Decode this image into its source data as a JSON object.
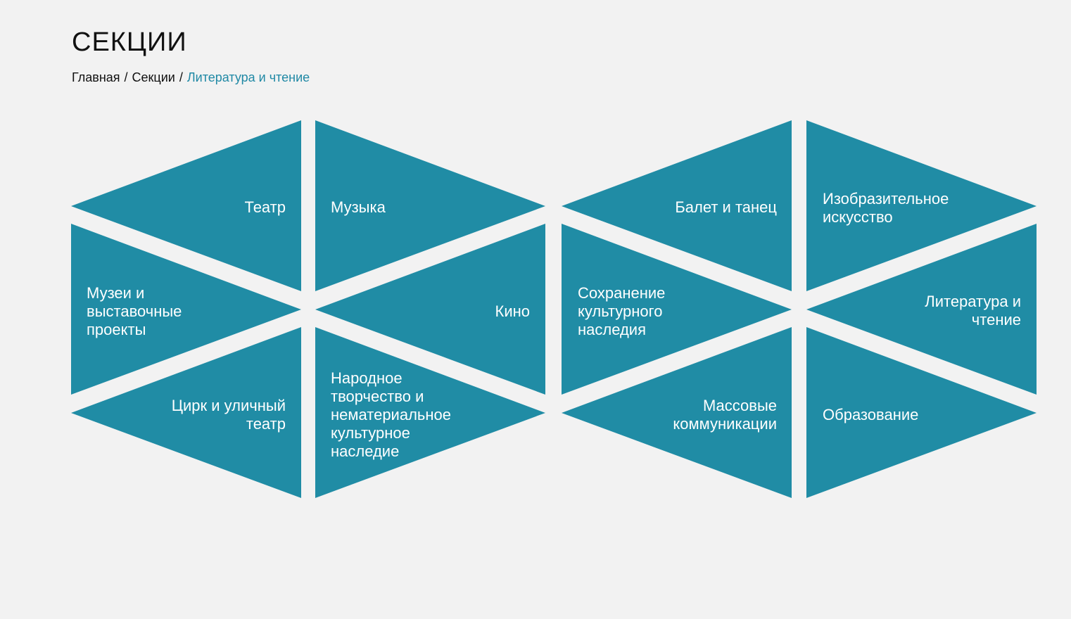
{
  "page": {
    "title": "СЕКЦИИ"
  },
  "breadcrumb": {
    "home": "Главная",
    "sections": "Секции",
    "current": "Литература и чтение",
    "separator": "/"
  },
  "colors": {
    "tile": "#208ca5",
    "background": "#f2f2f2",
    "active_link": "#2089a5"
  },
  "sections": {
    "teatr": "Театр",
    "muzyka": "Музыка",
    "balet": "Балет и танец",
    "izo": "Изобразительное искусство",
    "muzei": "Музеи и выставочные проекты",
    "kino": "Кино",
    "nasledie": "Сохранение культурного наследия",
    "literatura": "Литература и чтение",
    "tsirk": "Цирк и уличный театр",
    "narodnoe": "Народное творчество и нематериальное культурное наследие",
    "massovye": "Массовые коммуникации",
    "obrazovanie": "Образование"
  }
}
